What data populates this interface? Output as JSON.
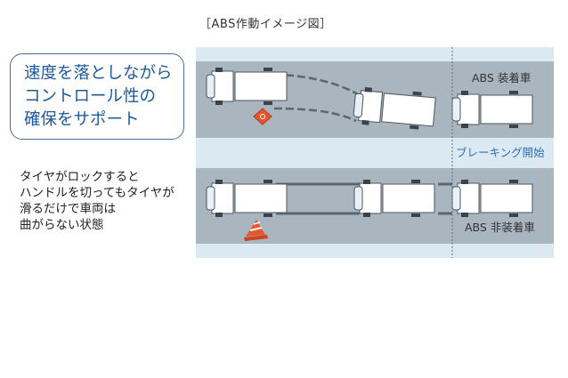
{
  "title": "［ABS作動イメージ図］",
  "callout": {
    "lines": [
      "速度を落としながら",
      "コントロール性の",
      "確保をサポート"
    ]
  },
  "description": {
    "lines": [
      "タイヤがロックすると",
      "ハンドルを切ってもタイヤが",
      "滑るだけで車両は",
      "曲がらない状態"
    ]
  },
  "labels": {
    "abs_equipped": "ABS 装着車",
    "braking_start": "ブレーキング開始",
    "abs_not_equipped": "ABS 非装着車"
  },
  "colors": {
    "road": "#a9b5bf",
    "lane_band": "#dbe9f2",
    "callout_text": "#1f5a9c",
    "braking_text": "#2a6fc0",
    "cone": "#e4572e"
  }
}
